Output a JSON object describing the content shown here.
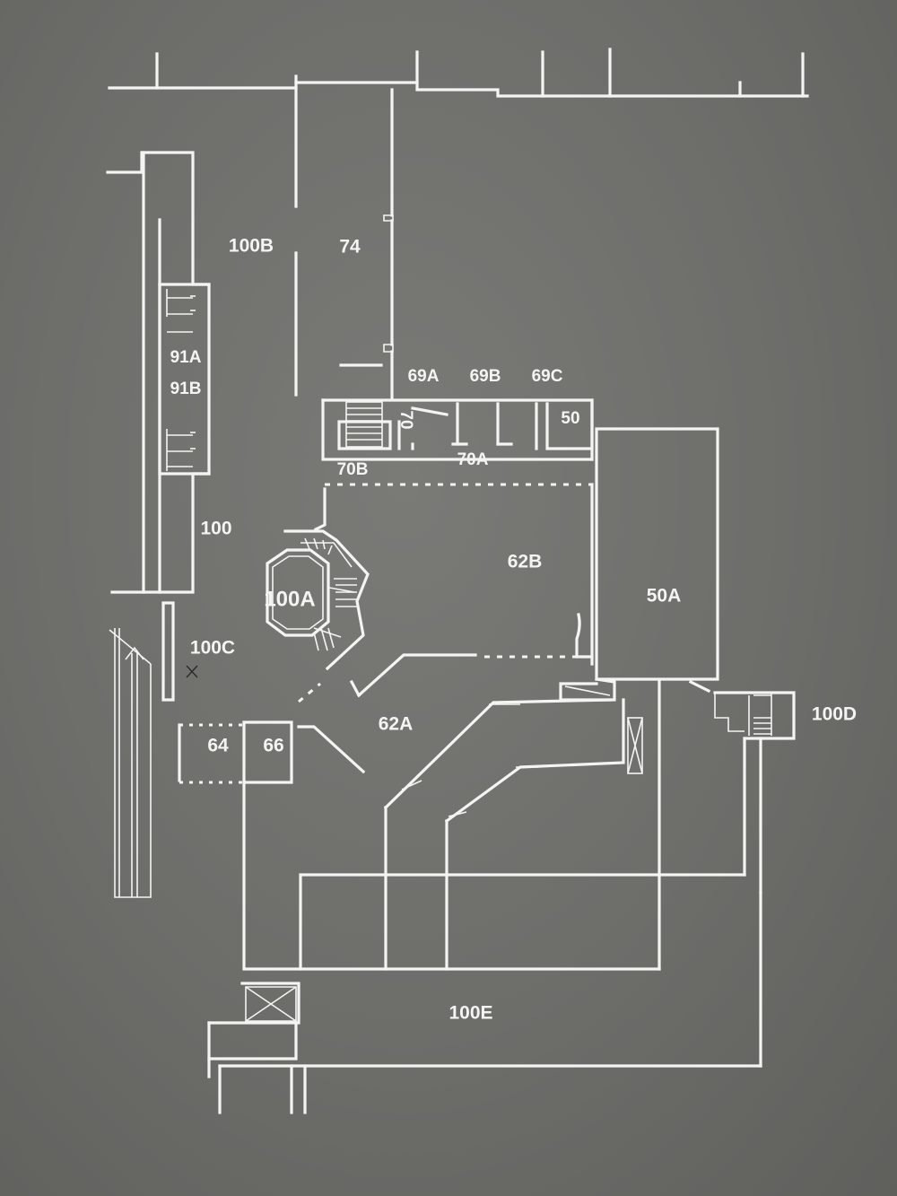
{
  "map": {
    "colors": {
      "background": "#6f6f6c",
      "lines": "#f4f4f2"
    },
    "rooms": {
      "r100B": "100B",
      "r74": "74",
      "r91A": "91A",
      "r91B": "91B",
      "r69A": "69A",
      "r69B": "69B",
      "r69C": "69C",
      "r70": "70",
      "r50": "50",
      "r70A": "70A",
      "r70B": "70B",
      "r100": "100",
      "r62B": "62B",
      "r100A": "100A",
      "r50A": "50A",
      "r100C": "100C",
      "r62A": "62A",
      "r64": "64",
      "r66": "66",
      "r100D": "100D",
      "r100E": "100E"
    },
    "symbols": [
      "stair-icon",
      "elevator-icon",
      "up-arrow-icon",
      "x-mark-icon"
    ]
  }
}
